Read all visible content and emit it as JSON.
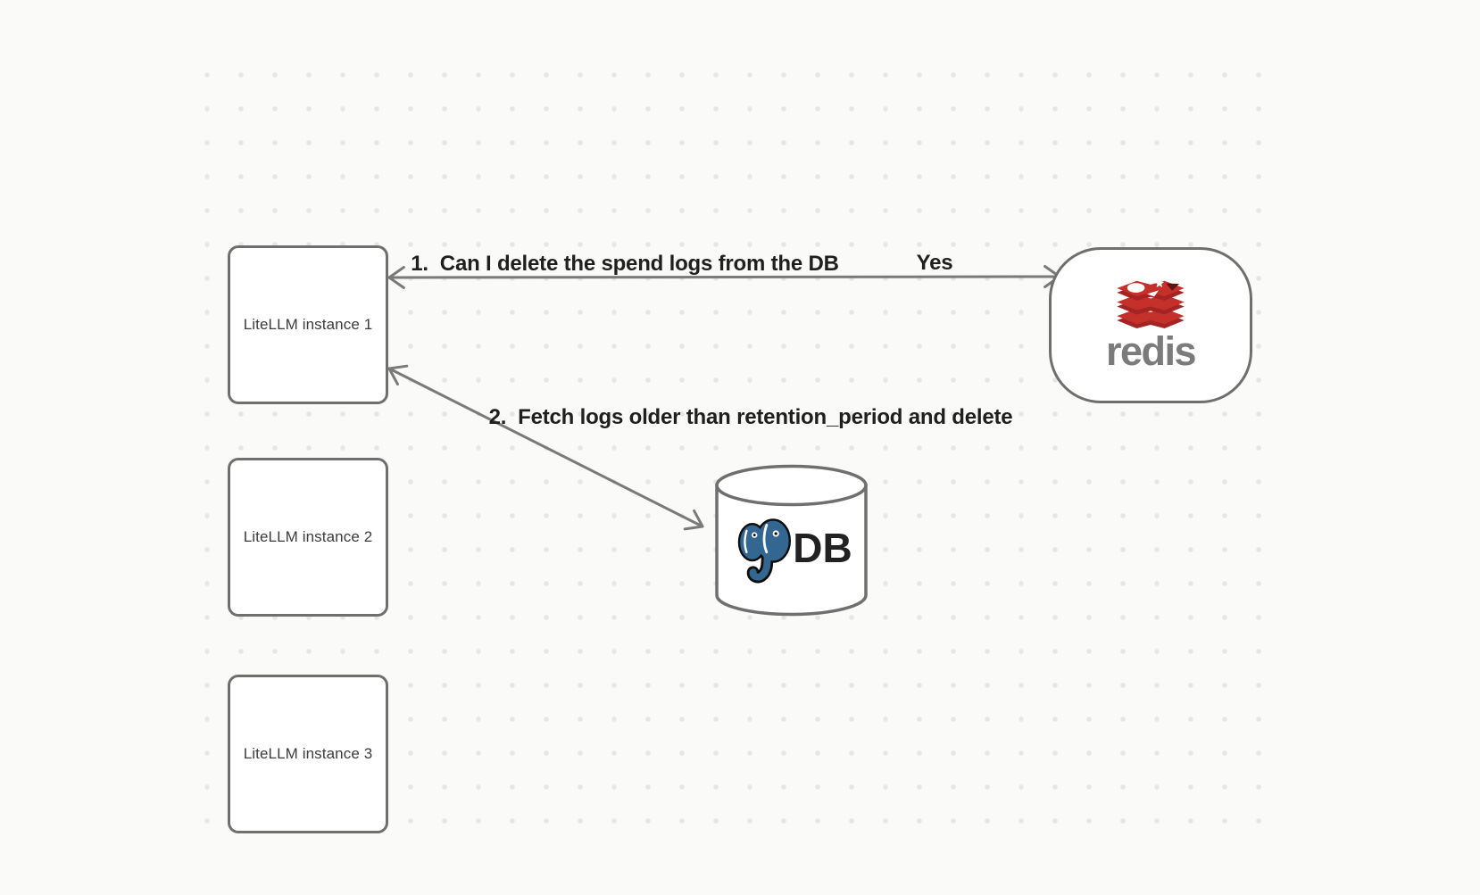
{
  "canvas": {
    "background_color": "#fafaf9",
    "dot_color": "#e7e6e4"
  },
  "nodes": {
    "instances": [
      {
        "label": "LiteLLM instance 1"
      },
      {
        "label": "LiteLLM instance 2"
      },
      {
        "label": "LiteLLM instance 3"
      }
    ],
    "redis": {
      "wordmark": "redis",
      "icon": "redis-stack-logo",
      "logo_red": "#c6302b",
      "logo_dark_red": "#a32422",
      "wordmark_color": "#7b7b7b"
    },
    "database": {
      "label": "DB",
      "icon": "postgresql-elephant-logo",
      "logo_blue": "#336791"
    }
  },
  "connections": [
    {
      "label": "1.  Can I delete the spend logs from the DB",
      "response": "Yes",
      "from": "LiteLLM instance 1",
      "to": "redis",
      "style": "double-headed-arrow"
    },
    {
      "label": "2.  Fetch logs older than retention_period and delete",
      "from": "LiteLLM instance 1",
      "to": "DB",
      "style": "double-headed-arrow"
    }
  ],
  "style_colors": {
    "node_border": "#6f6f6f",
    "arrow": "#7a7a7a",
    "arrow_label_text": "#1f1f1f",
    "node_label_text": "#3c3c3c"
  }
}
